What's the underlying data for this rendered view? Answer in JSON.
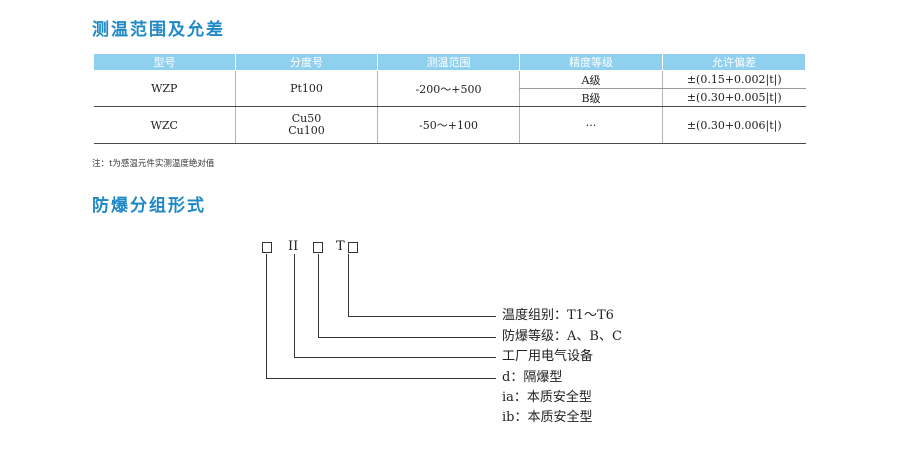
{
  "colors": {
    "accent": "#1f88c6",
    "header_bg": "#8fd0ef"
  },
  "spec": {
    "title": "测温范围及允差",
    "headers": [
      "型号",
      "分度号",
      "测温范围",
      "精度等级",
      "允许偏差"
    ],
    "rows": {
      "wzp": {
        "model": "WZP",
        "index": "Pt100",
        "range": "-200～+500",
        "grade_a": "A级",
        "tol_a": "±(0.15+0.002|t|)",
        "grade_b": "B级",
        "tol_b": "±(0.30+0.005|t|)"
      },
      "wzc": {
        "model": "WZC",
        "index_line1": "Cu50",
        "index_line2": "Cu100",
        "range": "-50～+100",
        "grade": "···",
        "tol": "±(0.30+0.006|t|)"
      }
    }
  },
  "note": "注：t为感温元件实测温度绝对值",
  "explosion": {
    "title": "防爆分组形式",
    "code_ii": "II",
    "code_t": "T",
    "labels": {
      "temp_group": "温度组别：T1～T6",
      "grade": "防爆等级：A、B、C",
      "factory": "工厂用电气设备",
      "d": "d：隔爆型",
      "ia": "ia：本质安全型",
      "ib": "ib：本质安全型"
    }
  }
}
